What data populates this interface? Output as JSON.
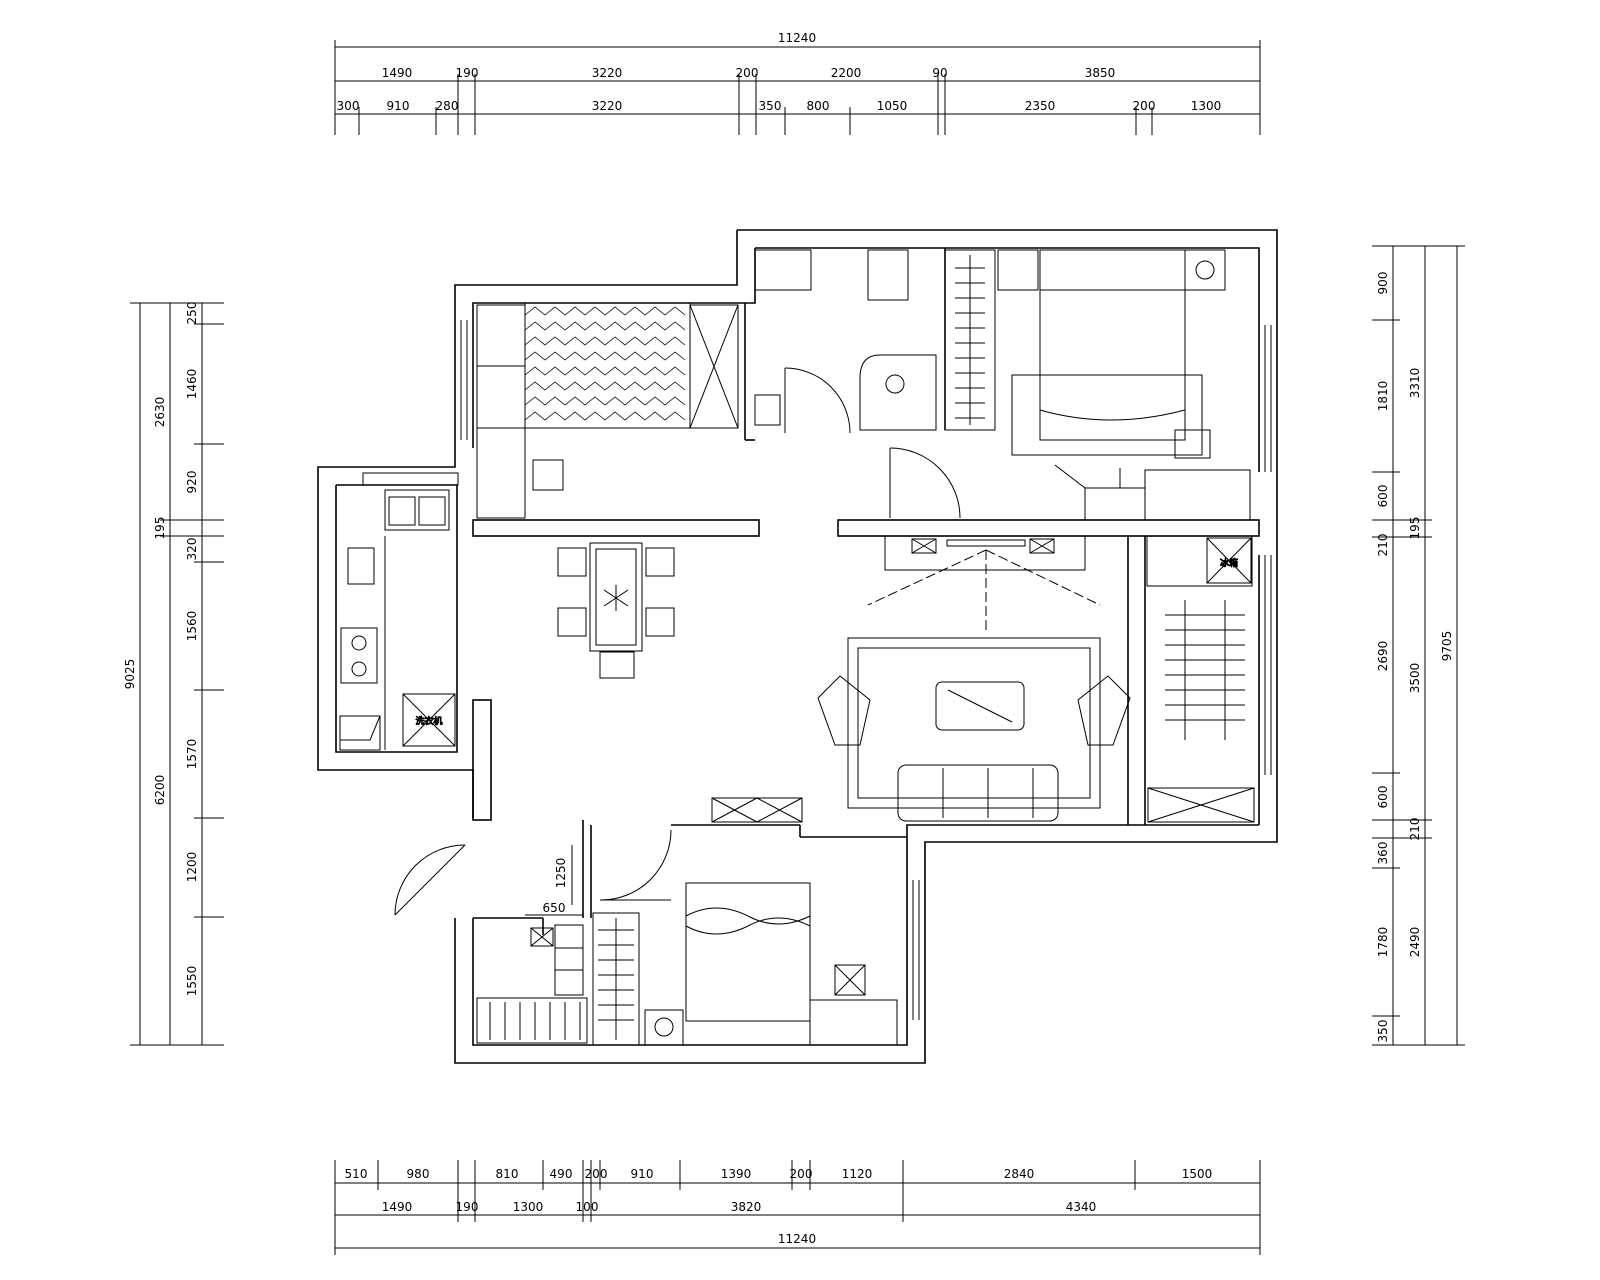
{
  "dimensions": {
    "top_total": "11240",
    "top_row2": [
      "1490",
      "190",
      "3220",
      "200",
      "2200",
      "90",
      "3850"
    ],
    "top_row3": [
      "300",
      "910",
      "280",
      "3220",
      "350",
      "800",
      "1050",
      "2350",
      "200",
      "1300"
    ],
    "bottom_row1": [
      "510",
      "980",
      "810",
      "490",
      "200",
      "910",
      "1390",
      "200",
      "1120",
      "2840",
      "1500"
    ],
    "bottom_row2": [
      "1490",
      "190",
      "1300",
      "100",
      "3820",
      "4340"
    ],
    "bottom_total": "11240",
    "left_total": "9025",
    "left_mid": [
      "2630",
      "195",
      "6200"
    ],
    "left_inner": [
      "250",
      "1460",
      "920",
      "320",
      "1560",
      "1570",
      "1200",
      "1550"
    ],
    "right_total": "9705",
    "right_mid": [
      "3310",
      "195",
      "3500",
      "210",
      "2490"
    ],
    "right_inner": [
      "900",
      "1810",
      "600",
      "210",
      "2690",
      "600",
      "360",
      "1780",
      "350"
    ],
    "plan_notes": [
      "1250",
      "650"
    ]
  },
  "fixtures": {
    "washer_label": "洗衣机",
    "cabinet_label": "冰箱"
  }
}
